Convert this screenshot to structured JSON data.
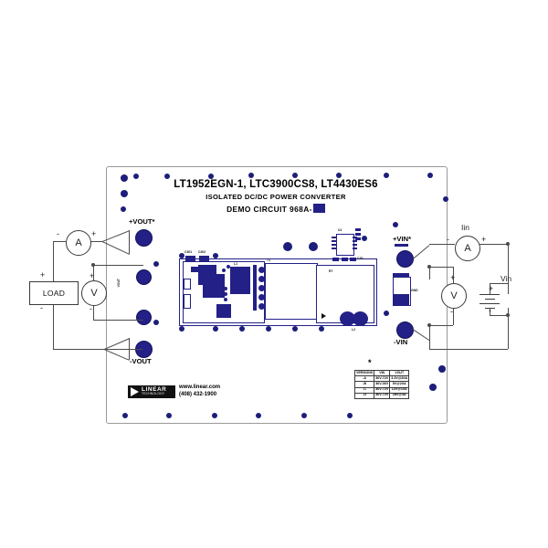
{
  "board": {
    "title_line1": "LT1952EGN-1, LTC3900CS8, LT4430ES6",
    "title_line2": "ISOLATED DC/DC POWER CONVERTER",
    "title_line3": "DEMO CIRCUIT 968A-",
    "terminals": {
      "vout_pos": "+VOUT",
      "vout_neg": "-VOUT",
      "vin_pos": "+VIN",
      "vin_neg": "-VIN",
      "asterisk": "*"
    },
    "silkscreen": {
      "c301": "C301",
      "c302": "C302",
      "l1": "L1",
      "l2": "L2",
      "t1": "T1",
      "u1": "U1",
      "c25": "C25",
      "gnd": "GND",
      "r7": "R7",
      "vout_side": "VOUT"
    }
  },
  "logo": {
    "brand": "LINEAR",
    "sub": "TECHNOLOGY",
    "website": "www.linear.com",
    "phone": "(408) 432-1900"
  },
  "versions_table": {
    "note_marker": "*",
    "headers": [
      "VERSIONS",
      "VIN",
      "VOUT"
    ],
    "rows": [
      [
        "-A",
        "36V-72V",
        "3.3V@30A"
      ],
      [
        "-B",
        "36V-36V",
        "5V@20A"
      ],
      [
        "-C",
        "36V-72V",
        "12V@10A"
      ],
      [
        "-D",
        "36V-72V",
        "28V@4A"
      ]
    ]
  },
  "test_setup": {
    "left": {
      "ammeter_label": "A",
      "ammeter_minus": "-",
      "ammeter_plus": "+",
      "load_label": "LOAD",
      "load_plus": "+",
      "load_minus": "-",
      "voltmeter_label": "V",
      "voltmeter_plus": "+",
      "voltmeter_minus": "-"
    },
    "right": {
      "iin_label": "Iin",
      "ammeter_label": "A",
      "ammeter_minus": "-",
      "ammeter_plus": "+",
      "voltmeter_label": "V",
      "voltmeter_plus": "+",
      "voltmeter_minus": "-",
      "source_label": "Vin",
      "source_plus": "+",
      "source_minus": "-"
    }
  },
  "colors": {
    "copper": "#232087",
    "wire": "#4a4a4a",
    "outline": "#9a9a9a"
  }
}
